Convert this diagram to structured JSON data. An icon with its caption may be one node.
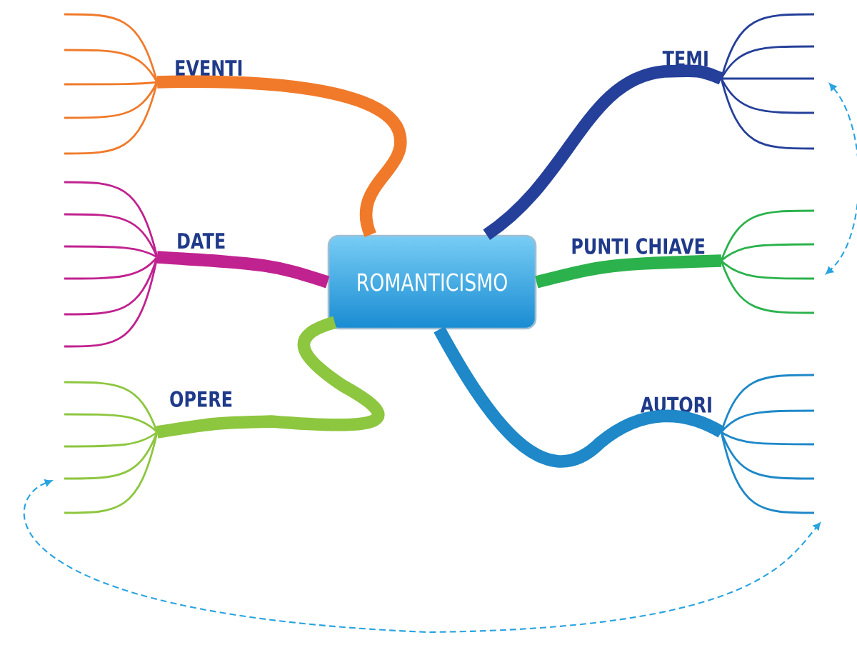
{
  "diagram": {
    "nodes": [
      {
        "text": [
          "ROMANTICISMO"
        ]
      },
      {
        "text": [
          "EVENTI"
        ]
      },
      {
        "text": [
          "DATE"
        ]
      },
      {
        "text": [
          "OPERE"
        ]
      },
      {
        "text": [
          "TEMI"
        ]
      },
      {
        "text": [
          "PUNTI CHIAVE"
        ]
      },
      {
        "text": [
          "AUTORI"
        ]
      }
    ],
    "edges": [
      {
        "from": 0,
        "to": 1,
        "arrow": "none",
        "color": "#f07a2a"
      },
      {
        "from": 0,
        "to": 2,
        "arrow": "none",
        "color": "#c0228f"
      },
      {
        "from": 0,
        "to": 3,
        "arrow": "none",
        "color": "#8dc63f"
      },
      {
        "from": 0,
        "to": 4,
        "arrow": "none",
        "color": "#25409a"
      },
      {
        "from": 0,
        "to": 5,
        "arrow": "none",
        "color": "#2bb24c"
      },
      {
        "from": 0,
        "to": 6,
        "arrow": "none",
        "color": "#1e88c8"
      },
      {
        "from": 4,
        "to": 5,
        "arrow": "both",
        "style": "dashed",
        "color": "#29a3e0"
      },
      {
        "from": 3,
        "to": 6,
        "arrow": "both",
        "style": "dashed",
        "color": "#29a3e0"
      }
    ]
  }
}
